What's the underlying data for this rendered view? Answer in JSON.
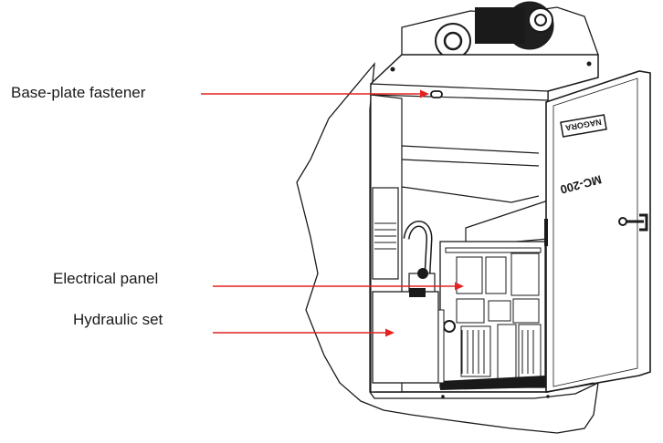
{
  "figure": {
    "callouts": [
      {
        "id": "base-plate-fastener",
        "label": "Base-plate fastener"
      },
      {
        "id": "electrical-panel",
        "label": "Electrical panel"
      },
      {
        "id": "hydraulic-set",
        "label": "Hydraulic set"
      }
    ],
    "door": {
      "brand_text": "NAGORA",
      "model_text": "MC-200"
    },
    "colors": {
      "callout_line": "#e32222",
      "outline": "#1a1a1a",
      "panel_fill": "#ffffff",
      "shade": "#cfcfcf"
    }
  }
}
